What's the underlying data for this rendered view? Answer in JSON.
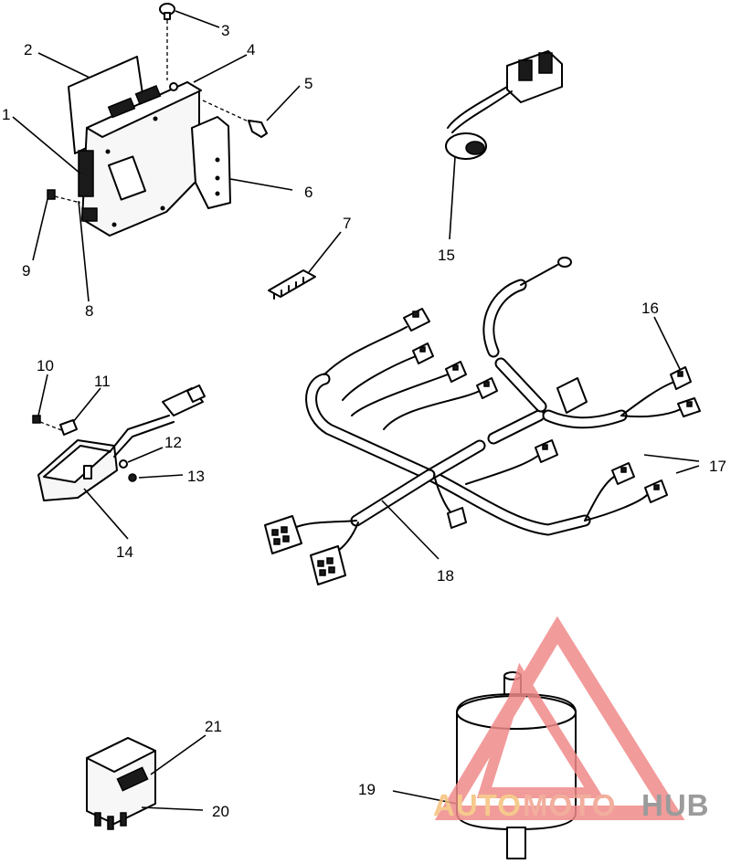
{
  "diagram": {
    "callouts": [
      {
        "id": "1",
        "label": "1"
      },
      {
        "id": "2",
        "label": "2"
      },
      {
        "id": "3",
        "label": "3"
      },
      {
        "id": "4",
        "label": "4"
      },
      {
        "id": "5",
        "label": "5"
      },
      {
        "id": "6",
        "label": "6"
      },
      {
        "id": "7",
        "label": "7"
      },
      {
        "id": "8",
        "label": "8"
      },
      {
        "id": "9",
        "label": "9"
      },
      {
        "id": "10",
        "label": "10"
      },
      {
        "id": "11",
        "label": "11"
      },
      {
        "id": "12",
        "label": "12"
      },
      {
        "id": "13",
        "label": "13"
      },
      {
        "id": "14",
        "label": "14"
      },
      {
        "id": "15",
        "label": "15"
      },
      {
        "id": "16",
        "label": "16"
      },
      {
        "id": "17",
        "label": "17"
      },
      {
        "id": "18",
        "label": "18"
      },
      {
        "id": "19",
        "label": "19"
      },
      {
        "id": "20",
        "label": "20"
      },
      {
        "id": "21",
        "label": "21"
      }
    ]
  },
  "watermark": {
    "word_part1": "AUTO",
    "word_part2": "MOTO",
    "word_part3": "HUB",
    "colors": {
      "auto": "#f5c07a",
      "moto": "#f0a08c",
      "hub": "#8a8a8a",
      "logo": "#f08a8a"
    }
  }
}
